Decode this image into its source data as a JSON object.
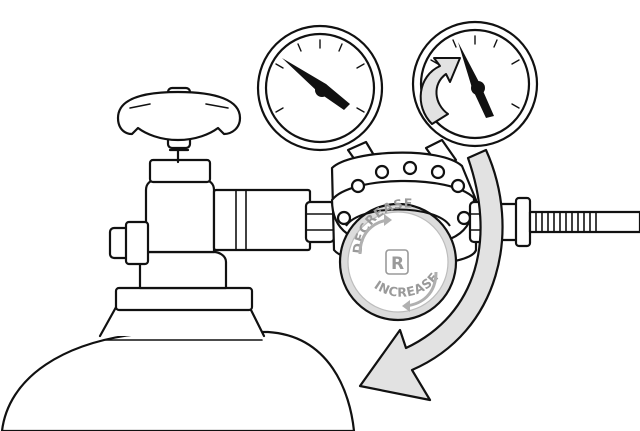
{
  "illustration": {
    "subject": "Gas cylinder pressure regulator with two gauges",
    "colors": {
      "outline": "#111111",
      "fill": "#ffffff",
      "knob": "#dcdcdc",
      "knob_text": "#9a9a9a",
      "arrow": "#e2e2e2"
    }
  },
  "knob": {
    "decrease_label": "DECREASE",
    "increase_label": "INCREASE",
    "logo": "R"
  },
  "gauges": [
    {
      "name": "left-gauge",
      "needle_level": 0.3
    },
    {
      "name": "right-gauge",
      "needle_level": 0.55
    }
  ],
  "arrows": [
    {
      "name": "gauge-rise-arrow",
      "direction": "clockwise"
    },
    {
      "name": "turn-knob-arrow",
      "direction": "clockwise"
    }
  ]
}
